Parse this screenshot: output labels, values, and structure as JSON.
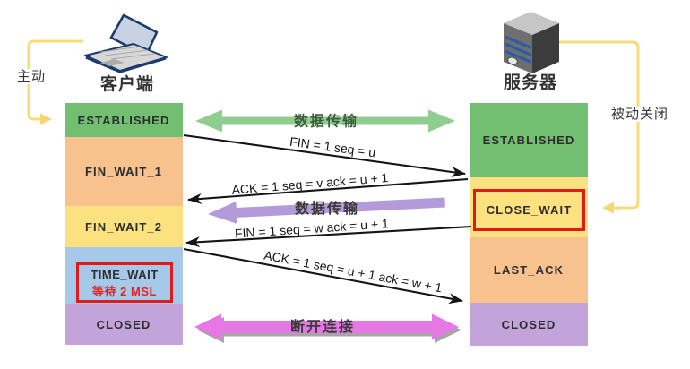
{
  "actors": {
    "client": {
      "label": "客户端",
      "icon": "laptop-icon"
    },
    "server": {
      "label": "服务器",
      "icon": "server-icon"
    }
  },
  "side_notes": {
    "active_close": "主动",
    "passive_close": "被动关闭"
  },
  "client_states": [
    {
      "label": "ESTABLISHED",
      "color": "#72bf72"
    },
    {
      "label": "FIN_WAIT_1",
      "color": "#f7c28e"
    },
    {
      "label": "FIN_WAIT_2",
      "color": "#fbe180"
    },
    {
      "label": "TIME_WAIT",
      "color": "#a6c9e9",
      "note": "等待 2 MSL",
      "highlighted": true
    },
    {
      "label": "CLOSED",
      "color": "#c2a3da"
    }
  ],
  "server_states": [
    {
      "label": "ESTABLISHED",
      "color": "#72bf72"
    },
    {
      "label": "CLOSE_WAIT",
      "color": "#fbe180",
      "highlighted": true
    },
    {
      "label": "LAST_ACK",
      "color": "#f7c28e"
    },
    {
      "label": "CLOSED",
      "color": "#c2a3da"
    }
  ],
  "messages": {
    "data_transfer_top": "数据传输",
    "fin_1": "FIN = 1 seq = u",
    "ack_1": "ACK = 1 seq = v ack = u + 1",
    "data_transfer_mid": "数据传输",
    "fin_2": "FIN = 1 seq = w ack = u + 1",
    "ack_2": "ACK = 1 seq = u + 1 ack = w + 1",
    "disconnect": "断开连接"
  },
  "colors": {
    "green_arrow": "#8fce8f",
    "purple_arrow": "#b29bd8",
    "magenta_arrow": "#e678e6",
    "magenta_shadow": "#a6a6a6",
    "yellow_line": "#f8dc7a",
    "black_arrow": "#151515",
    "highlight_red": "#e01a1a",
    "note_red": "#e02424"
  }
}
